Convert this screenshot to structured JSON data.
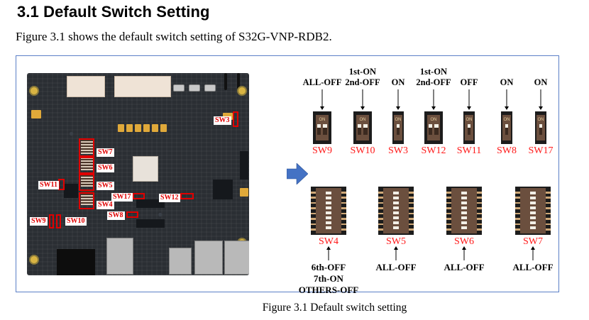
{
  "section": {
    "number": "3.1",
    "title": "3.1 Default Switch Setting",
    "intro": "Figure 3.1 shows the default switch setting of S32G-VNP-RDB2."
  },
  "figure": {
    "caption": "Figure 3.1  Default switch setting",
    "frame_color": "#5b7fc7",
    "callout_color": "#e00000",
    "switch_label_color": "#ff1a1a",
    "arrow_color": "#4472c4",
    "board": {
      "name": "S32G-VNP-RDB2",
      "callouts": [
        "SW3",
        "SW7",
        "SW6",
        "SW11",
        "SW5",
        "SW17",
        "SW12",
        "SW4",
        "SW9",
        "SW10",
        "SW8"
      ]
    },
    "top_switches": [
      {
        "id": "SW9",
        "state_lines": [
          "ALL-OFF"
        ],
        "positions": 2,
        "on": [
          false,
          false
        ]
      },
      {
        "id": "SW10",
        "state_lines": [
          "1st-ON",
          "2nd-OFF"
        ],
        "positions": 2,
        "on": [
          true,
          false
        ]
      },
      {
        "id": "SW3",
        "state_lines": [
          "ON"
        ],
        "positions": 1,
        "on": [
          true
        ]
      },
      {
        "id": "SW12",
        "state_lines": [
          "1st-ON",
          "2nd-OFF"
        ],
        "positions": 2,
        "on": [
          true,
          false
        ]
      },
      {
        "id": "SW11",
        "state_lines": [
          "OFF"
        ],
        "positions": 1,
        "on": [
          false
        ]
      },
      {
        "id": "SW8",
        "state_lines": [
          "ON"
        ],
        "positions": 1,
        "on": [
          true
        ]
      },
      {
        "id": "SW17",
        "state_lines": [
          "ON"
        ],
        "positions": 1,
        "on": [
          true
        ]
      }
    ],
    "bottom_switches": [
      {
        "id": "SW4",
        "state_lines": [
          "6th-OFF",
          "7th-ON",
          "OTHERS-OFF"
        ],
        "positions": 8
      },
      {
        "id": "SW5",
        "state_lines": [
          "ALL-OFF"
        ],
        "positions": 8
      },
      {
        "id": "SW6",
        "state_lines": [
          "ALL-OFF"
        ],
        "positions": 8
      },
      {
        "id": "SW7",
        "state_lines": [
          "ALL-OFF"
        ],
        "positions": 8
      }
    ],
    "switch_on_marking": "ON"
  }
}
